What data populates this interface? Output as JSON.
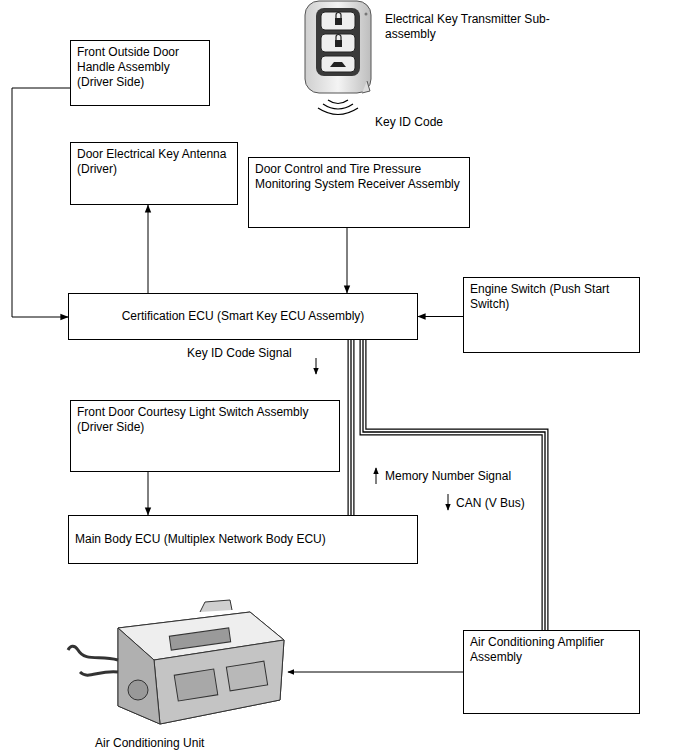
{
  "diagram": {
    "nodes": [
      {
        "text": [
          "Front Outside Door Handle Assembly (Driver Side)"
        ]
      },
      {
        "text": [
          "Door Electrical Key Antenna (Driver)"
        ]
      },
      {
        "text": [
          "Door Control and Tire Pressure Monitoring System Receiver Assembly"
        ]
      },
      {
        "text": [
          "Certification ECU (Smart Key ECU Assembly)"
        ]
      },
      {
        "text": [
          "Engine Switch (Push Start Switch)"
        ]
      },
      {
        "text": [
          "Front Door Courtesy Light Switch Assembly (Driver Side)"
        ]
      },
      {
        "text": [
          "Main Body ECU (Multiplex Network Body ECU)"
        ]
      },
      {
        "text": [
          "Air Conditioning Amplifier Assembly"
        ]
      }
    ],
    "edges": [
      {
        "from": 0,
        "to": 3,
        "arrow": "to"
      },
      {
        "from": 3,
        "to": 1,
        "arrow": "to"
      },
      {
        "from": 2,
        "to": 3,
        "arrow": "to"
      },
      {
        "from": 4,
        "to": 3,
        "arrow": "to"
      },
      {
        "from": 5,
        "to": 6,
        "arrow": "to"
      },
      {
        "from": 3,
        "to": 6,
        "arrow": "none"
      },
      {
        "from": 3,
        "to": 7,
        "arrow": "none"
      }
    ],
    "labels": [
      "Electrical Key Transmitter Sub-assembly",
      "Key ID Code",
      "Key ID Code Signal",
      "Memory Number Signal",
      "CAN (V Bus)",
      "Air Conditioning Unit"
    ]
  }
}
